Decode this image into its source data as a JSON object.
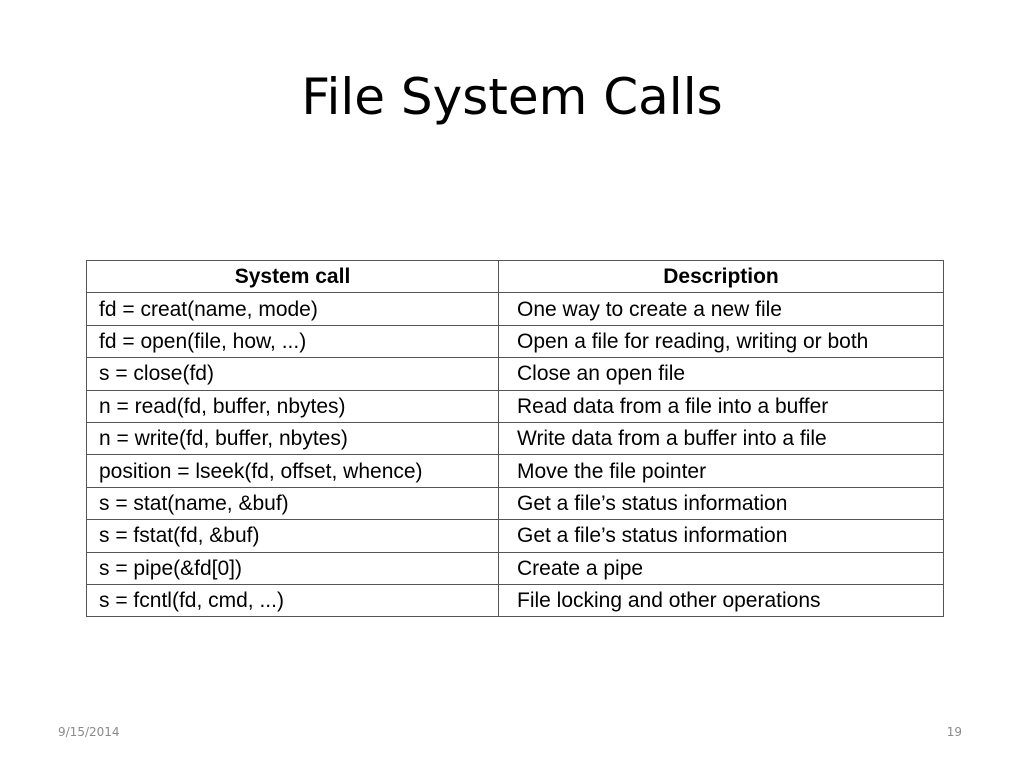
{
  "slide": {
    "title": "File System Calls"
  },
  "table": {
    "headers": [
      "System call",
      "Description"
    ],
    "rows": [
      [
        "fd = creat(name, mode)",
        "One way to create a new file"
      ],
      [
        "fd = open(file, how, ...)",
        "Open a file for reading, writing or both"
      ],
      [
        "s = close(fd)",
        "Close an open file"
      ],
      [
        "n = read(fd, buffer, nbytes)",
        "Read data from a file into a buffer"
      ],
      [
        "n = write(fd, buffer, nbytes)",
        "Write data from a buffer into a file"
      ],
      [
        "position = lseek(fd, offset, whence)",
        "Move the file pointer"
      ],
      [
        "s = stat(name, &buf)",
        "Get a file’s status information"
      ],
      [
        "s = fstat(fd, &buf)",
        "Get a file’s status information"
      ],
      [
        "s = pipe(&fd[0])",
        "Create a pipe"
      ],
      [
        "s = fcntl(fd, cmd, ...)",
        "File locking and other operations"
      ]
    ]
  },
  "footer": {
    "date": "9/15/2014",
    "page_number": "19"
  }
}
